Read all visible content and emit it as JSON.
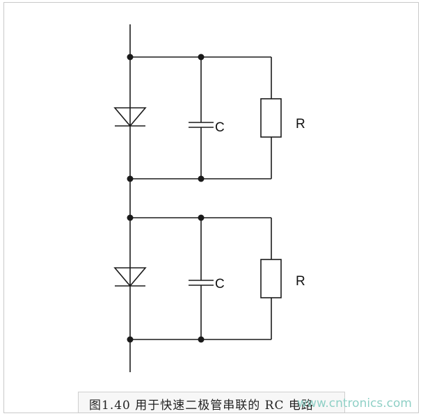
{
  "labels": {
    "c1": "C",
    "r1": "R",
    "c2": "C",
    "r2": "R"
  },
  "caption": "图1.40 用于快速二极管串联的 RC 电路",
  "watermark": "www.cntronics.com",
  "colors": {
    "wire": "#1a1a1a",
    "frame": "#c9c9c9",
    "watermark": "#8fd0c6"
  }
}
